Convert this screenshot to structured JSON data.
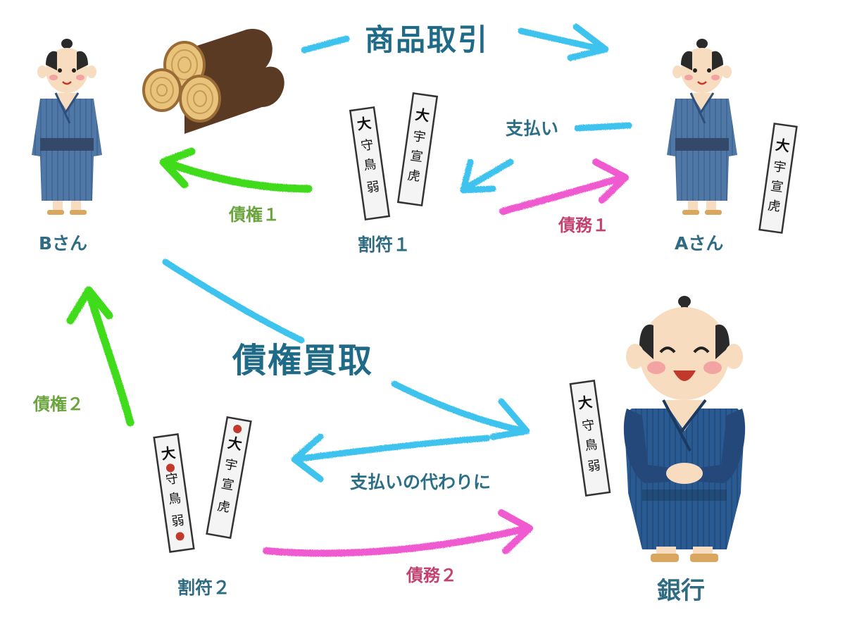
{
  "title": "商品取引",
  "center_title": "債権買取",
  "actors": {
    "b": "Bさん",
    "a": "Aさん",
    "bank": "銀行"
  },
  "tallies": {
    "first": "割符１",
    "second": "割符２"
  },
  "flows": {
    "payment": "支払い",
    "payment_instead": "支払いの代わりに",
    "credit1": "債権１",
    "debt1": "債務１",
    "credit2": "債権２",
    "debt2": "債務２"
  },
  "colors": {
    "trade_arrow": "#3dc3ee",
    "credit_arrow": "#3fdc1f",
    "debt_arrow": "#f05ad0",
    "label_teal": "#2f6c83",
    "credit_text": "#6aa43d",
    "debt_text": "#c2416f",
    "robe_blue": "#5078a6",
    "bank_robe": "#24487a"
  }
}
